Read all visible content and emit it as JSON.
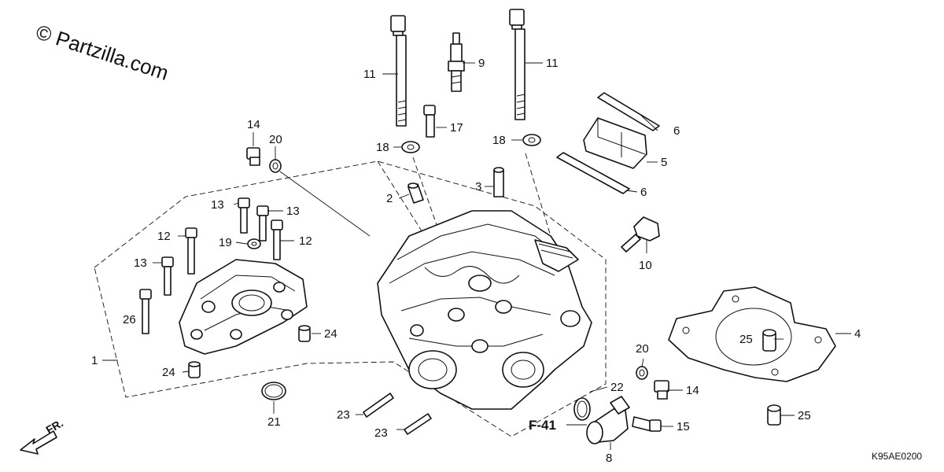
{
  "watermark": "© Partzilla.com",
  "diagram_code": "K95AE0200",
  "ref_label": "F-41",
  "front_label": "FR.",
  "callouts": {
    "c1": "1",
    "c2": "2",
    "c3": "3",
    "c4": "4",
    "c5": "5",
    "c6a": "6",
    "c6b": "6",
    "c8": "8",
    "c9": "9",
    "c10": "10",
    "c11a": "11",
    "c11b": "11",
    "c12a": "12",
    "c12b": "12",
    "c13a": "13",
    "c13b": "13",
    "c13c": "13",
    "c14a": "14",
    "c14b": "14",
    "c15": "15",
    "c17": "17",
    "c18a": "18",
    "c18b": "18",
    "c19": "19",
    "c20a": "20",
    "c20b": "20",
    "c21": "21",
    "c22": "22",
    "c23a": "23",
    "c23b": "23",
    "c24a": "24",
    "c24b": "24",
    "c25a": "25",
    "c25b": "25",
    "c26": "26"
  }
}
